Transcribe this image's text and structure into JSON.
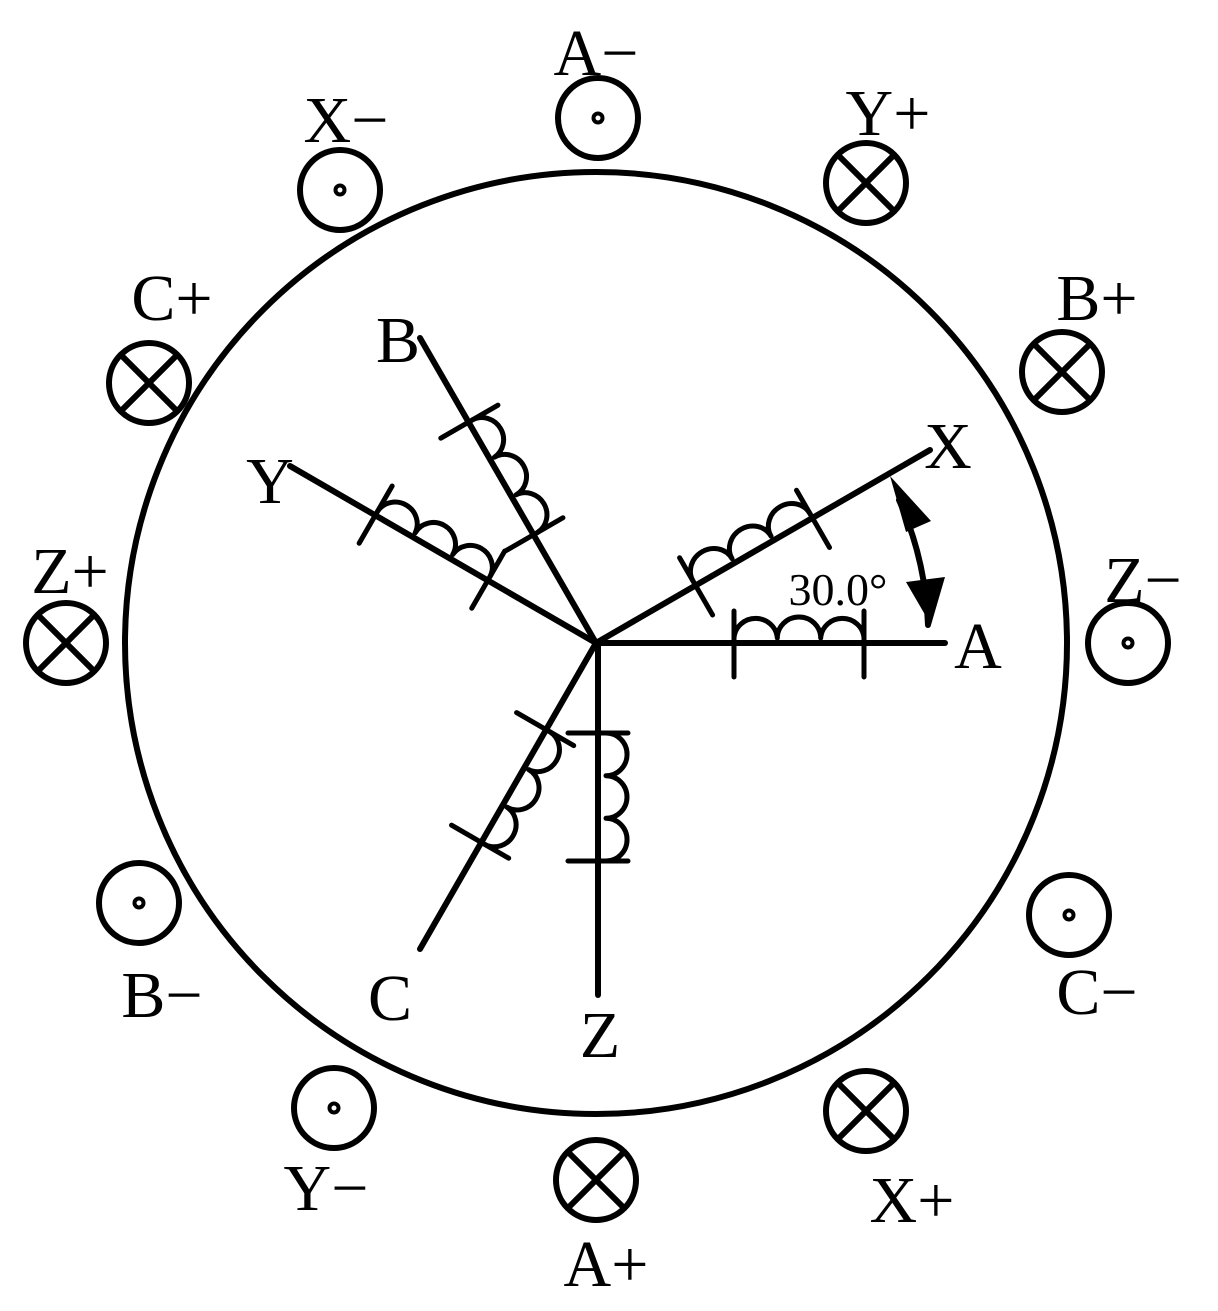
{
  "slots": [
    {
      "label": "A−",
      "symbol": "dot"
    },
    {
      "label": "Y+",
      "symbol": "cross"
    },
    {
      "label": "B+",
      "symbol": "cross"
    },
    {
      "label": "Z−",
      "symbol": "dot"
    },
    {
      "label": "C−",
      "symbol": "dot"
    },
    {
      "label": "X+",
      "symbol": "cross"
    },
    {
      "label": "A+",
      "symbol": "cross"
    },
    {
      "label": "Y−",
      "symbol": "dot"
    },
    {
      "label": "B−",
      "symbol": "dot"
    },
    {
      "label": "Z+",
      "symbol": "cross"
    },
    {
      "label": "C+",
      "symbol": "cross"
    },
    {
      "label": "X−",
      "symbol": "dot"
    }
  ],
  "axes": [
    {
      "label": "A",
      "angle_deg": 0
    },
    {
      "label": "X",
      "angle_deg": 30
    },
    {
      "label": "B",
      "angle_deg": 120
    },
    {
      "label": "Y",
      "angle_deg": 150
    },
    {
      "label": "C",
      "angle_deg": 240
    },
    {
      "label": "Z",
      "angle_deg": 270
    }
  ],
  "angle_annotation": "30.0°"
}
